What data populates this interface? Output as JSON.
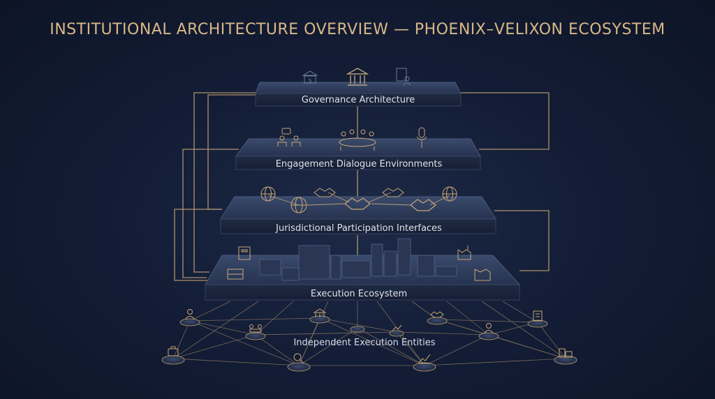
{
  "title": "INSTITUTIONAL ARCHITECTURE OVERVIEW — PHOENIX–VELIXON ECOSYSTEM",
  "layers": [
    {
      "label": "Governance Architecture"
    },
    {
      "label": "Engagement Dialogue Environments"
    },
    {
      "label": "Jurisdictional Participation Interfaces"
    },
    {
      "label": "Execution Ecosystem"
    }
  ],
  "network": {
    "label": "Independent Execution Entities"
  },
  "colors": {
    "background": "#131d36",
    "accent_gold": "#d9b888",
    "connector": "#c9a776",
    "platform_top": "#2c3a5a",
    "label_text": "#dfe2ea"
  },
  "icons": {
    "governance": [
      "bank-dollar-icon",
      "bank-icon",
      "document-user-icon"
    ],
    "engagement": [
      "dialogue-meeting-icon",
      "conference-table-icon",
      "microphone-icon"
    ],
    "jurisdiction": [
      "globe-icon",
      "globe-icon",
      "handshake-icon",
      "handshake-icon",
      "handshake-icon",
      "handshake-icon",
      "globe-icon"
    ],
    "execution": [
      "building-icon",
      "city-skyline-icon",
      "factory-icon",
      "warehouse-icon"
    ],
    "entities": [
      "person-icon",
      "bank-icon",
      "handshake-icon",
      "building-icon",
      "briefcase-icon",
      "meeting-icon",
      "growth-icon",
      "person-icon",
      "search-person-icon",
      "chart-icon",
      "buildings-icon"
    ]
  }
}
